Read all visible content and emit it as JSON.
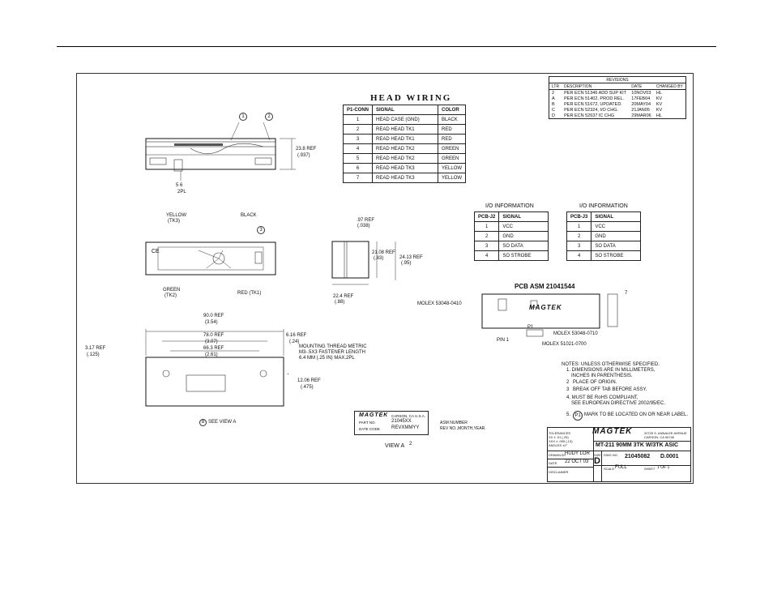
{
  "head_wiring": {
    "title": "HEAD WIRING",
    "headers": [
      "P1-CONN",
      "SIGNAL",
      "COLOR"
    ],
    "rows": [
      [
        "1",
        "HEAD CASE (GND)",
        "BLACK"
      ],
      [
        "2",
        "READ HEAD TK1",
        "RED"
      ],
      [
        "3",
        "READ HEAD TK1",
        "RED"
      ],
      [
        "4",
        "READ HEAD TK2",
        "GREEN"
      ],
      [
        "5",
        "READ HEAD TK2",
        "GREEN"
      ],
      [
        "6",
        "READ HEAD TK3",
        "YELLOW"
      ],
      [
        "7",
        "READ HEAD TK3",
        "YELLOW"
      ]
    ]
  },
  "revisions": {
    "title": "REVISIONS",
    "headers": [
      "LTR",
      "DESCRIPTION",
      "DATE",
      "CHANGED BY"
    ],
    "rows": [
      [
        "2",
        "PER ECN 51346 ADD SUP KIT",
        "10NOV03",
        "HL"
      ],
      [
        "A",
        "PER ECN 51402, PROD REL.",
        "17FEB04",
        "KV"
      ],
      [
        "B",
        "PER ECN 51672, UPDATED.",
        "20MAY04",
        "KV"
      ],
      [
        "C",
        "PER ECN 52324, I/O CHG.",
        "21JAN05",
        "KV"
      ],
      [
        "D",
        "PER ECN 52637 IC CHG",
        "29MAR06",
        "HL"
      ]
    ]
  },
  "io_j2": {
    "title": "I/O INFORMATION",
    "headers": [
      "PCB-J2",
      "SIGNAL"
    ],
    "rows": [
      [
        "1",
        "VCC"
      ],
      [
        "2",
        "GND"
      ],
      [
        "3",
        "SO DATA"
      ],
      [
        "4",
        "SO STROBE"
      ]
    ]
  },
  "io_j3": {
    "title": "I/O INFORMATION",
    "headers": [
      "PCB-J3",
      "SIGNAL"
    ],
    "rows": [
      [
        "1",
        "VCC"
      ],
      [
        "2",
        "GND"
      ],
      [
        "3",
        "SO DATA"
      ],
      [
        "4",
        "SO STROBE"
      ]
    ]
  },
  "top_view": {
    "dim_height": "23.8 REF",
    "dim_height_in": "(.937)",
    "balloon_1": "1",
    "balloon_2": "2",
    "balloon_56": "5 6",
    "note_2pl": "2PL"
  },
  "wire_view": {
    "yellow": "YELLOW",
    "yellow_tk": "(TK3)",
    "black": "BLACK",
    "green": "GREEN",
    "green_tk": "(TK2)",
    "red": "RED (TK1)",
    "balloon_3": "3"
  },
  "side_view": {
    "d1": ".97 REF",
    "d1_in": "(.038)",
    "d2": "21.08 REF",
    "d2_in": "(.83)",
    "d3": "24.13 REF",
    "d3_in": "(.95)",
    "d4": "22.4 REF",
    "d4_in": "(.88)"
  },
  "bottom_view": {
    "d_overall": "90.0 REF",
    "d_overall_in": "(3.54)",
    "d_78": "78.0 REF",
    "d_78_in": "(3.07)",
    "d_66": "66.3 REF",
    "d_66_in": "(2.61)",
    "d_317": "3.17 REF",
    "d_317_in": "(.125)",
    "d_616": "6.16 REF",
    "d_616_in": "(.24)",
    "d_1206": "12.06 REF",
    "d_1206_in": "(.475)",
    "mount_1": "MOUNTING THREAD METRIC",
    "mount_2": "M3-.5X3 FASTENER LENGTH",
    "mount_3": "6.4 MM (.25 IN) MAX.2PL",
    "see_view": "SEE VIEW A",
    "balloon_8": "8"
  },
  "pcb": {
    "title": "PCB ASM 21041544",
    "molex_0410": "MOLEX 53048-0410",
    "molex_0710": "MOLEX 53048-0710",
    "molex_0700": "MOLEX 51021-0700",
    "pin1": "PIN 1",
    "p1": "P1",
    "logo": "MAGTEK",
    "balloon_7": "7"
  },
  "view_a": {
    "logo": "MAGTEK",
    "city": "CARSON, CA U.S.A.",
    "part_lbl": "PART NO.",
    "part_val": "21045XX",
    "date_lbl": "DATE CODE",
    "date_val": "REVXMMYY",
    "asm": "ASM NUMBER",
    "rev": "REV NO.,MONTH,YEAR.",
    "caption": "VIEW A",
    "balloon_2": "2"
  },
  "notes": {
    "n0": "NOTES: UNLESS OTHERWISE SPECIFIED.",
    "n1": "1. DIMENSIONS ARE IN MILLIMETERS,",
    "n1b": "INCHES IN PARENTHESIS.",
    "n2": "PLACE OF ORIGIN.",
    "n3": "BREAK OFF TAB BEFORE ASSY.",
    "n4": "4. MUST BE RoHS COMPLIANT,",
    "n4b": "SEE EUROPEAN DIRECTIVE 2002/95/EC.",
    "n5_pre": "5.",
    "n5_ball": "P1",
    "n5": "MARK TO BE LOCATED ON OR NEAR LABEL.",
    "b2": "2",
    "b3": "3"
  },
  "title_block": {
    "logo": "MAGTEK",
    "addr1": "20725 S. ANNALEE AVENUE",
    "addr2": "CARSON, CA 90746",
    "tol1": "TOLERANCES",
    "tol2": "XX ± .01 (.25)",
    "tol3": "XXX ± .005 (.13)",
    "tol4": "ANGLES ±2°",
    "title": "MT-211 90MM 3TK W/3TK ASIC",
    "drawn_lbl": "DRAWN BY",
    "drawn_val": "HUDY LOR",
    "date_lbl": "DATE",
    "date_val": "22 OCT 03",
    "size_lbl": "SIZE",
    "size_val": "D",
    "dwg_lbl": "DWG NO",
    "dwg_val": "21045082",
    "rev_val": "D.0001",
    "scale_lbl": "SCALE",
    "scale_val": "FULL",
    "sheet_lbl": "SHEET",
    "sheet_val": "1  OF  1",
    "disc": "DISCLAIMER"
  }
}
